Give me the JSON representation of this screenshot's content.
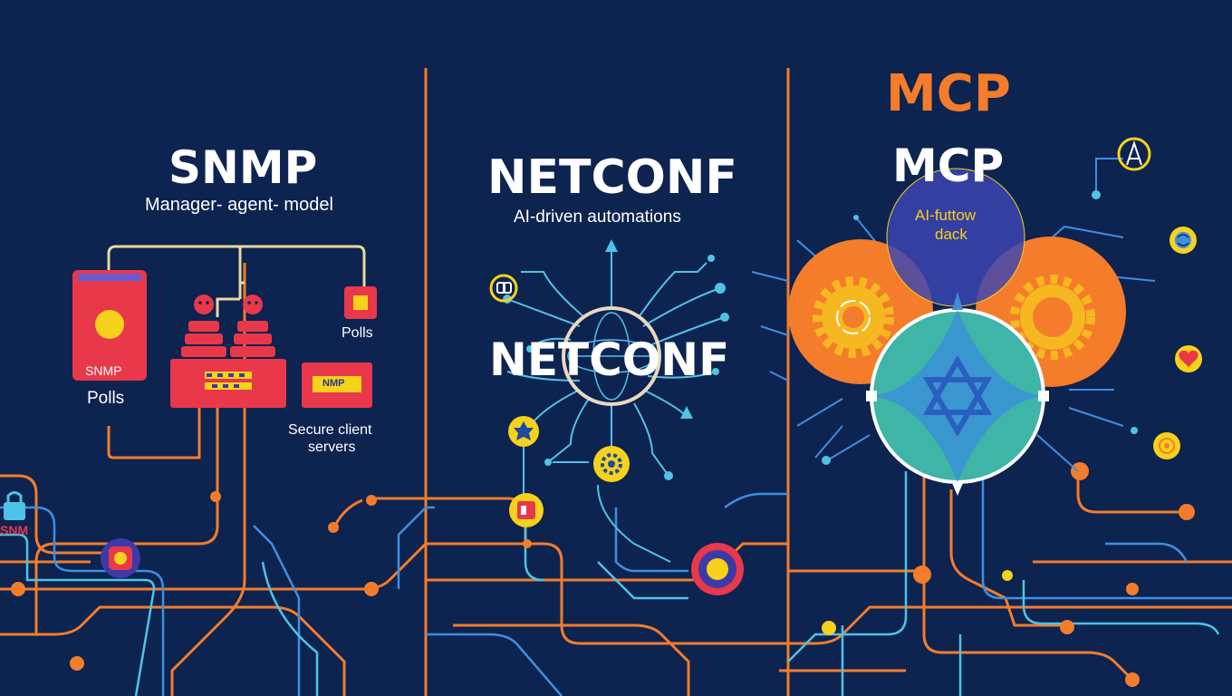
{
  "snmp": {
    "title": "SNMP",
    "subtitle": "Manager- agent- model",
    "device_label": "SNMP",
    "polls_left": "Polls",
    "polls_right": "Polls",
    "nmp_badge": "NMP",
    "secure_line1": "Secure client",
    "secure_line2": "servers",
    "side_label": "SNM"
  },
  "netconf": {
    "title": "NETCONF",
    "subtitle": "AI-driven automations",
    "hub_label": "NETCONF"
  },
  "mcp": {
    "header": "MCP",
    "title": "MCP",
    "bubble_line1": "AI-futtow",
    "bubble_line2": "dack"
  },
  "colors": {
    "background": "#0d2350",
    "orange": "#f47c2a",
    "blue_line": "#3f8fe0",
    "cyan": "#4fc3e6",
    "red": "#e8384a",
    "yellow": "#f6d21a",
    "teal": "#3fb5a8"
  },
  "icons": [
    "lock-icon",
    "gear-icon",
    "star-of-david-icon",
    "heart-icon",
    "brain-icon",
    "compass-icon",
    "target-icon"
  ]
}
